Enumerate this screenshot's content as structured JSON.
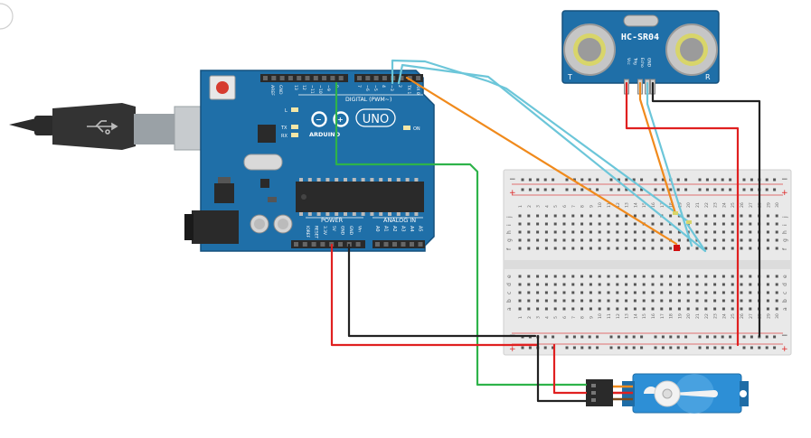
{
  "colors": {
    "board_blue": "#1f6fa8",
    "board_dark": "#15507d",
    "wire_orange": "#f08a1c",
    "wire_cyan": "#6cc6d9",
    "wire_green": "#2eb34a",
    "wire_red": "#e02020",
    "wire_black": "#222222",
    "breadboard": "#e9e9e9",
    "servo_blue": "#2d8fd6"
  },
  "arduino": {
    "brand": "ARDUINO",
    "model": "UNO",
    "digital_label": "DIGITAL (PWM~)",
    "power_label": "POWER",
    "analog_label": "ANALOG IN",
    "led_l": "L",
    "led_tx": "TX",
    "led_rx": "RX",
    "on_label": "ON",
    "top_pins": [
      "AREF",
      "GND",
      "13",
      "12",
      "~11",
      "~10",
      "~9",
      "8",
      "7",
      "~6",
      "~5",
      "4",
      "~3",
      "2",
      "TX 1",
      "RX 0"
    ],
    "power_pins": [
      "IOREF",
      "RESET",
      "3.3V",
      "5V",
      "GND",
      "GND",
      "Vin"
    ],
    "analog_pins": [
      "A0",
      "A1",
      "A2",
      "A3",
      "A4",
      "A5"
    ],
    "usb_icon": "usb-icon"
  },
  "sensor": {
    "name": "HC-SR04",
    "left_mark": "T",
    "right_mark": "R",
    "pins": [
      "Vcc",
      "Trig",
      "Echo",
      "GND"
    ]
  },
  "breadboard": {
    "col_numbers": [
      "1",
      "2",
      "3",
      "4",
      "5",
      "6",
      "7",
      "8",
      "9",
      "10",
      "11",
      "12",
      "13",
      "14",
      "15",
      "16",
      "17",
      "18",
      "19",
      "20",
      "21",
      "22",
      "23",
      "24",
      "25",
      "26",
      "27",
      "28",
      "29",
      "30"
    ],
    "rows_top": [
      "j",
      "i",
      "h",
      "g",
      "f"
    ],
    "rows_bottom": [
      "e",
      "d",
      "c",
      "b",
      "a"
    ],
    "rail_minus": "−",
    "rail_plus": "+"
  }
}
